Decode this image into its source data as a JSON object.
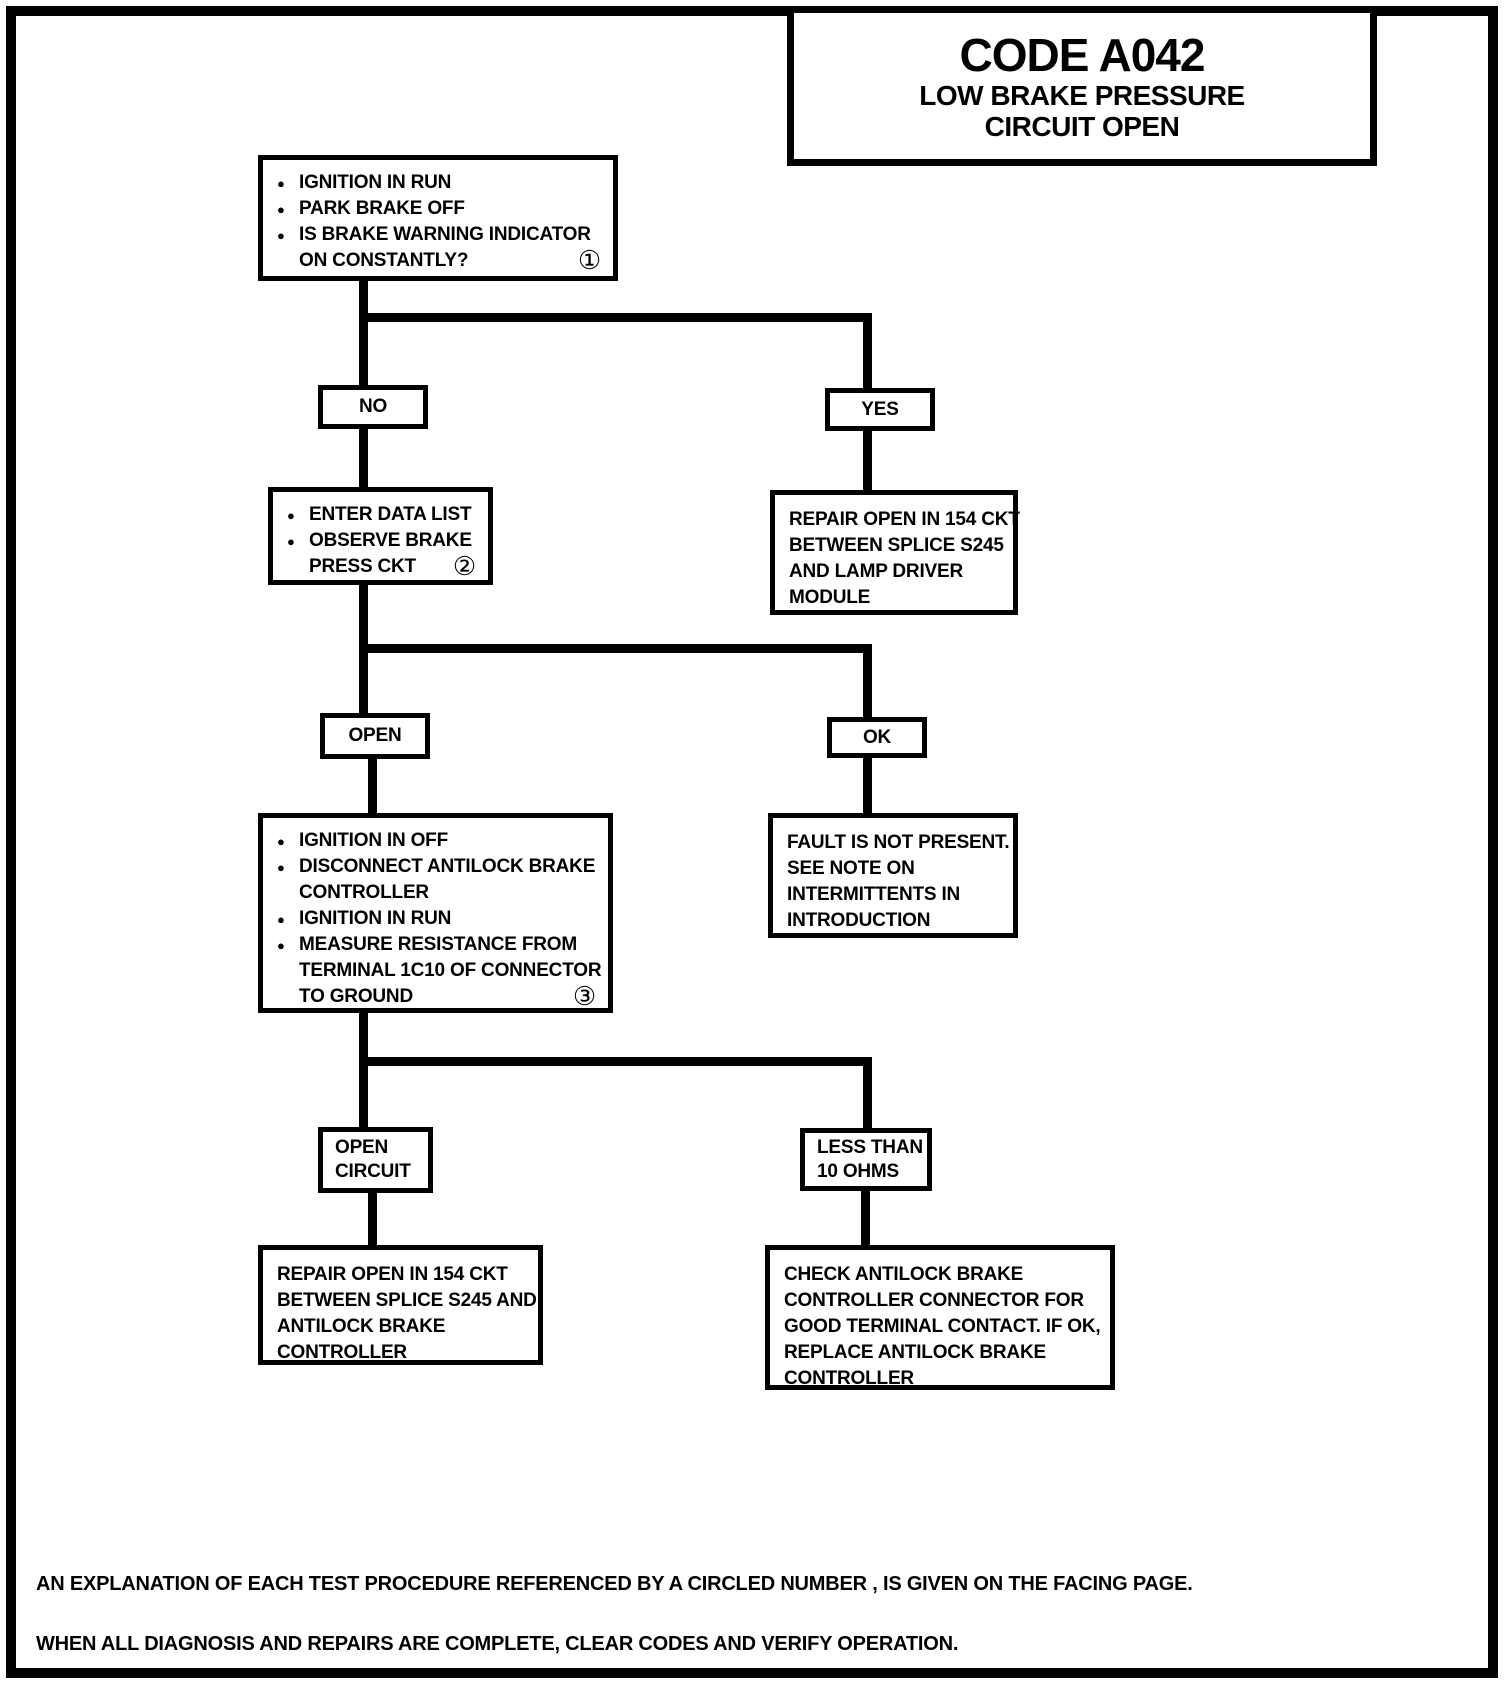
{
  "header": {
    "code": "CODE A042",
    "title_line1": "LOW BRAKE PRESSURE",
    "title_line2": "CIRCUIT OPEN"
  },
  "flow": {
    "step1": {
      "bullets": [
        "IGNITION IN RUN",
        "PARK BRAKE OFF",
        "IS BRAKE WARNING INDICATOR",
        "ON CONSTANTLY?"
      ],
      "ref": "①"
    },
    "branch1": {
      "no": "NO",
      "yes": "YES"
    },
    "step2": {
      "bullets": [
        "ENTER DATA LIST",
        "OBSERVE BRAKE",
        "PRESS CKT"
      ],
      "ref": "②"
    },
    "repair_lamp": {
      "lines": [
        "REPAIR OPEN IN 154 CKT",
        "BETWEEN SPLICE S245",
        "AND LAMP DRIVER",
        "MODULE"
      ]
    },
    "branch2": {
      "open": "OPEN",
      "ok": "OK"
    },
    "step3": {
      "bullets": [
        "IGNITION IN OFF",
        "DISCONNECT ANTILOCK BRAKE",
        "CONTROLLER",
        "IGNITION IN RUN",
        "MEASURE RESISTANCE FROM",
        "TERMINAL 1C10 OF CONNECTOR",
        "TO GROUND"
      ],
      "ref": "③"
    },
    "fault_not_present": {
      "lines": [
        "FAULT IS NOT PRESENT.",
        "SEE NOTE ON",
        "INTERMITTENTS IN",
        "INTRODUCTION"
      ]
    },
    "branch3": {
      "open_circuit": [
        "OPEN",
        "CIRCUIT"
      ],
      "less_than": [
        "LESS THAN",
        "10 OHMS"
      ]
    },
    "repair_antilock": {
      "lines": [
        "REPAIR OPEN IN 154 CKT",
        "BETWEEN SPLICE S245 AND",
        "ANTILOCK BRAKE",
        "CONTROLLER"
      ]
    },
    "check_controller": {
      "lines": [
        "CHECK ANTILOCK BRAKE",
        "CONTROLLER CONNECTOR FOR",
        "GOOD TERMINAL CONTACT. IF OK,",
        "REPLACE ANTILOCK BRAKE",
        "CONTROLLER"
      ]
    }
  },
  "footer": {
    "line1": "AN EXPLANATION OF EACH TEST PROCEDURE REFERENCED BY A CIRCLED NUMBER , IS GIVEN ON THE FACING PAGE.",
    "line2": "WHEN ALL DIAGNOSIS AND REPAIRS ARE COMPLETE, CLEAR CODES AND VERIFY OPERATION."
  },
  "colors": {
    "ink": "#000000",
    "paper": "#ffffff"
  }
}
